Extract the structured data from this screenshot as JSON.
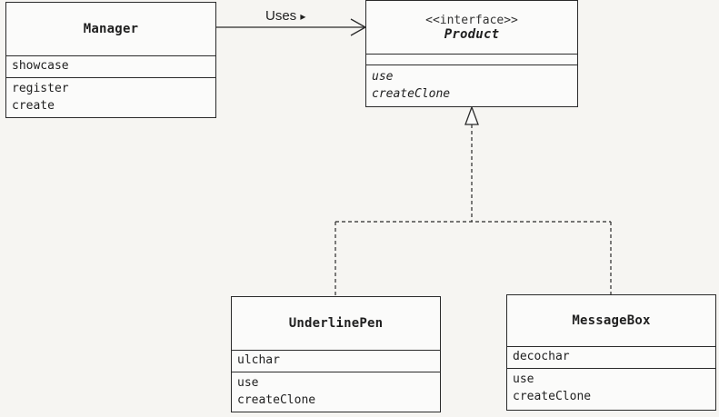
{
  "classes": {
    "manager": {
      "name": "Manager",
      "fields": [
        "showcase"
      ],
      "methods": [
        "register",
        "create"
      ]
    },
    "product": {
      "stereotype": "<<interface>>",
      "name": "Product",
      "fields": [],
      "methods": [
        "use",
        "createClone"
      ]
    },
    "underline_pen": {
      "name": "UnderlinePen",
      "fields": [
        "ulchar"
      ],
      "methods": [
        "use",
        "createClone"
      ]
    },
    "message_box": {
      "name": "MessageBox",
      "fields": [
        "decochar"
      ],
      "methods": [
        "use",
        "createClone"
      ]
    }
  },
  "relations": {
    "uses_label": "Uses",
    "uses_arrow_glyph": "▸"
  }
}
